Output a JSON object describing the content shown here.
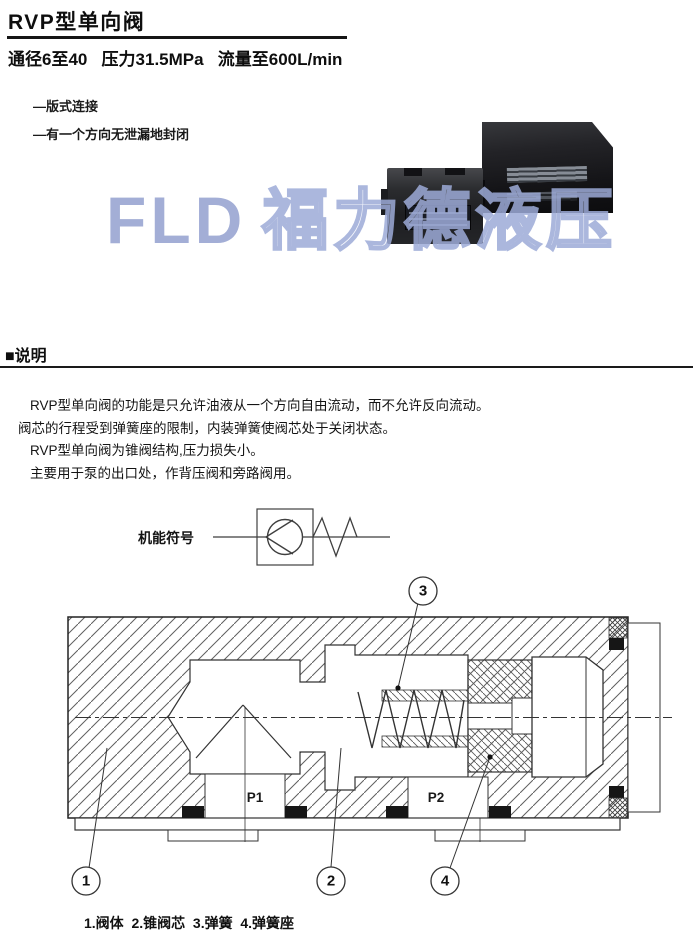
{
  "document": {
    "title": "RVP型单向阀",
    "subtitle": "通径6至40   压力31.5MPa   流量至600L/min",
    "features": [
      "—版式连接",
      "—有一个方向无泄漏地封闭"
    ],
    "watermark": {
      "latin": "FLD",
      "cjk": "福力德液压"
    },
    "section": {
      "heading": "■说明",
      "paragraph_lines": [
        "RVP型单向阀的功能是只允许油液从一个方向自由流动，而不允许反向流动。",
        "阀芯的行程受到弹簧座的限制，内装弹簧使阀芯处于关闭状态。",
        "RVP型单向阀为锥阀结构,压力损失小。",
        "主要用于泵的出口处，作背压阀和旁路阀用。"
      ]
    },
    "symbol_label": "机能符号",
    "drawing": {
      "ports": {
        "p1": "P1",
        "p2": "P2"
      },
      "callouts": {
        "c1": "1",
        "c2": "2",
        "c3": "3",
        "c4": "4"
      },
      "caption": "1.阀体  2.锥阀芯  3.弹簧  4.弹簧座"
    },
    "colors": {
      "watermark": "#9dabd8",
      "ink": "#141414",
      "seal_black": "#161616"
    }
  }
}
